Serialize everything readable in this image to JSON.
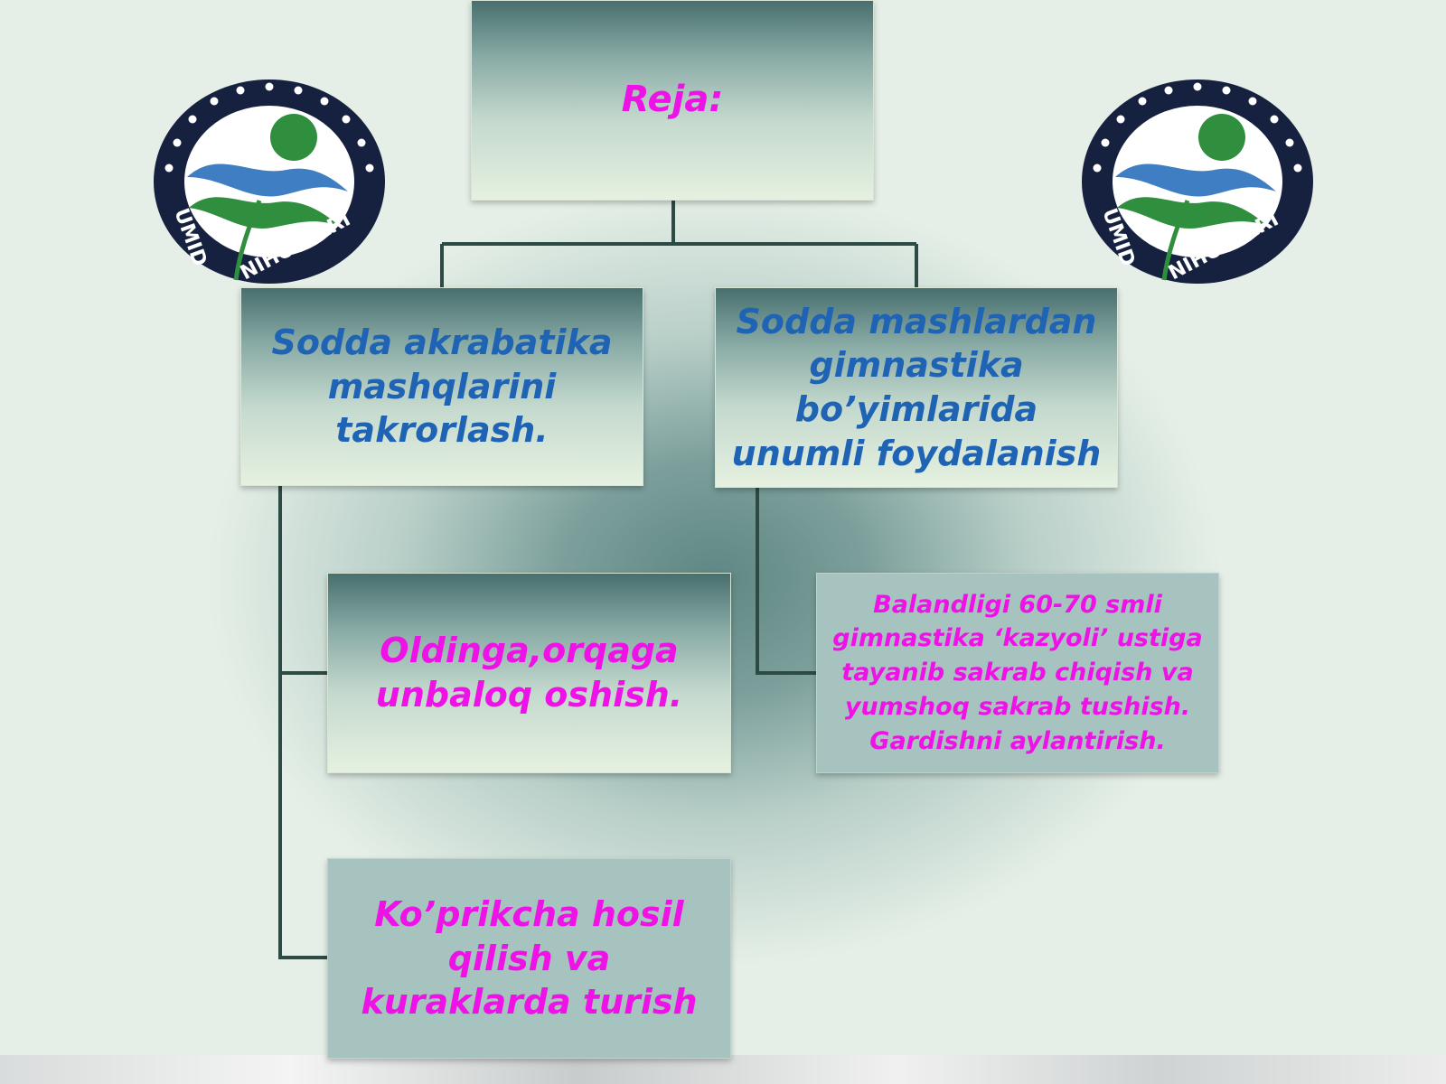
{
  "diagram": {
    "root": "Reja:",
    "branches": [
      "Sodda akrabatika mashqlarini takrorlash.",
      "Sodda mashlardan gimnastika bo’yimlarida unumli foydalanish"
    ],
    "left_items": [
      "Oldinga,orqaga unbaloq oshish.",
      "Ko’prikcha hosil qilish va kuraklarda turish"
    ],
    "right_items": [
      "Balandligi 60-70 smli gimnastika ‘kazyoli’ ustiga tayanib sakrab chiqish va yumshoq sakrab tushish. Gardishni aylantirish."
    ]
  },
  "logo": {
    "text_left": "UMID",
    "text_right": "NIHOLLARI"
  },
  "colors": {
    "magenta_text": "#ee12e6",
    "blue_text": "#1f64b4",
    "connector": "#2d4a44",
    "logo_ring": "#16203f",
    "logo_green": "#2f8f3e",
    "logo_blue": "#3f7ec2"
  }
}
